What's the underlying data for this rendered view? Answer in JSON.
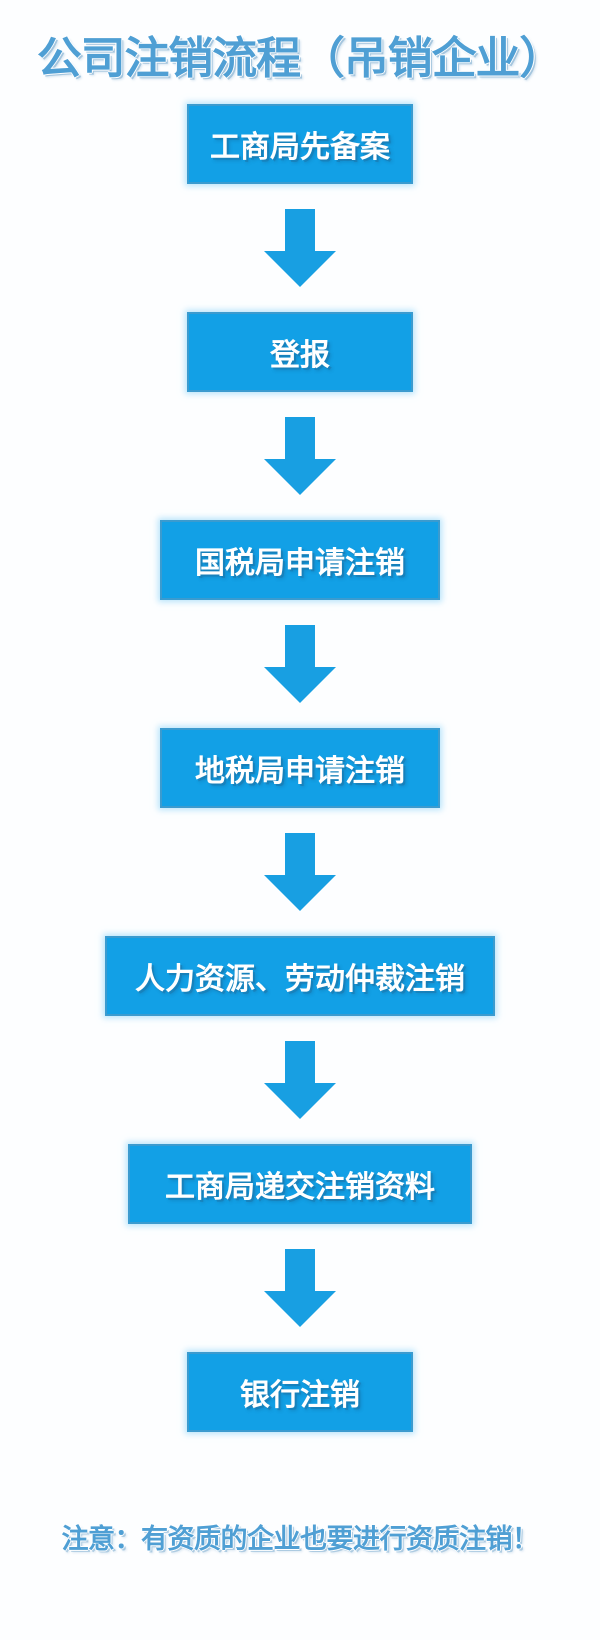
{
  "title": "公司注销流程（吊销企业）",
  "colors": {
    "box_fill": "#12a0e6",
    "box_border": "#3b9bcf",
    "box_glow": "#a0dcfa",
    "arrow": "#189fe2",
    "title_text": "#4f9fd4",
    "box_text": "#ffffff",
    "background": "#ffffff"
  },
  "flow": {
    "steps": [
      {
        "index": 1,
        "label": "工商局先备案",
        "width_class": "w-sm"
      },
      {
        "index": 2,
        "label": "登报",
        "width_class": "w-sm"
      },
      {
        "index": 3,
        "label": "国税局申请注销",
        "width_class": "w-md"
      },
      {
        "index": 4,
        "label": "地税局申请注销",
        "width_class": "w-md"
      },
      {
        "index": 5,
        "label": "人力资源、劳动仲裁注销",
        "width_class": "w-xl"
      },
      {
        "index": 6,
        "label": "工商局递交注销资料",
        "width_class": "w-lg"
      },
      {
        "index": 7,
        "label": "银行注销",
        "width_class": "w-xs"
      }
    ],
    "connectors": [
      {
        "from": 1,
        "to": 2,
        "icon": "arrow-down-icon"
      },
      {
        "from": 2,
        "to": 3,
        "icon": "arrow-down-icon"
      },
      {
        "from": 3,
        "to": 4,
        "icon": "arrow-down-icon"
      },
      {
        "from": 4,
        "to": 5,
        "icon": "arrow-down-icon"
      },
      {
        "from": 5,
        "to": 6,
        "icon": "arrow-down-icon"
      },
      {
        "from": 6,
        "to": 7,
        "icon": "arrow-down-icon"
      }
    ]
  },
  "note": "注意：有资质的企业也要进行资质注销！"
}
